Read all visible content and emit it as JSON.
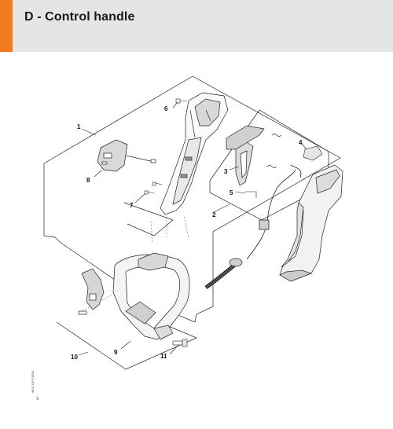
{
  "header": {
    "title": "D - Control handle"
  },
  "callouts": [
    "1",
    "2",
    "3",
    "4",
    "5",
    "6",
    "7",
    "8",
    "9",
    "10",
    "11"
  ],
  "reference": {
    "code": "9627 GFF 0003",
    "tag": "80"
  },
  "colors": {
    "accent": "#f37a1f",
    "header_bg": "#e5e5e5",
    "line": "#222222"
  }
}
